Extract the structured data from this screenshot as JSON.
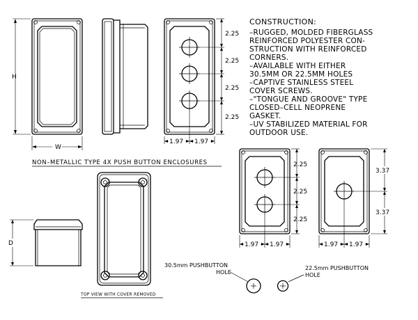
{
  "construction": {
    "heading": "CONSTRUCTION:",
    "lines": [
      "–RUGGED, MOLDED FIBERGLASS",
      "REINFORCED POLYESTER CON-",
      "STRUCTION WITH REINFORCED",
      "CORNERS.",
      "–AVAILABLE WITH EITHER",
      "30.5MM OR 22.5MM HOLES",
      "–CAPTIVE STAINLESS STEEL",
      "COVER SCREWS.",
      "–\"TONGUE AND GROOVE\" TYPE",
      "CLOSED–CELL NEOPRENE",
      "GASKET.",
      "–UV STABILIZED MATERIAL FOR",
      "OUTDOOR USE."
    ]
  },
  "title": "NON–METALLIC TYPE 4X PUSH BUTTON ENCLOSURES",
  "labels": {
    "height": "H",
    "width": "W",
    "depth": "D",
    "top_view": "TOP VIEW WITH COVER REMOVED"
  },
  "three_hole": {
    "spacings": [
      "2.25",
      "2.25",
      "2.25",
      "2.25"
    ],
    "widths": [
      "1.97",
      "1.97"
    ]
  },
  "two_hole": {
    "spacings": [
      "2.25",
      "2.25",
      "2.25"
    ],
    "widths": [
      "1.97",
      "1.97"
    ]
  },
  "one_hole": {
    "spacings": [
      "3.37",
      "3.37"
    ],
    "widths": [
      "1.97",
      "1.97"
    ]
  },
  "holes": {
    "large_line1": "30.5mm PUSHBUTTON",
    "large_line2": "HOLE",
    "small_line1": "22.5mm PUSHBUTTON",
    "small_line2": "HOLE"
  }
}
